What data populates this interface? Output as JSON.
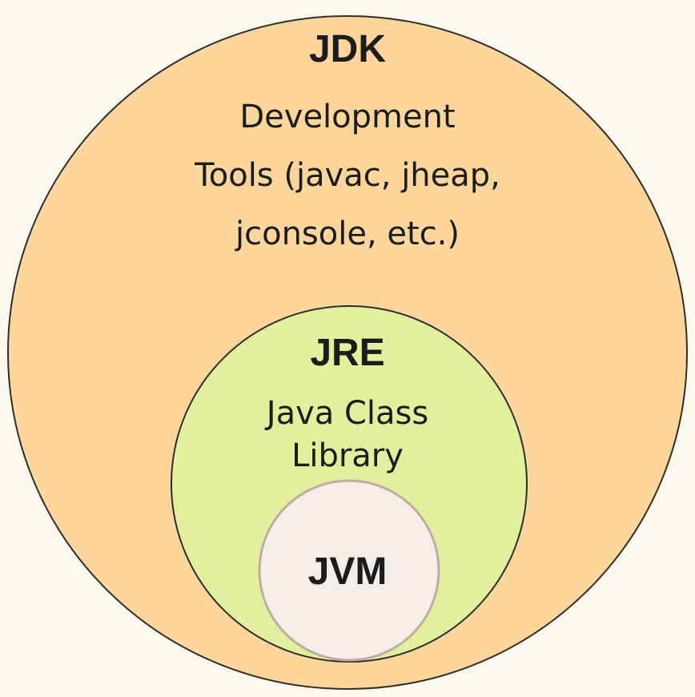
{
  "jdk": {
    "title": "JDK",
    "lines": [
      "Development",
      "Tools (javac, jheap,",
      "jconsole, etc.)"
    ],
    "fill": "#fed59b",
    "stroke": "#2e2e2e"
  },
  "jre": {
    "title": "JRE",
    "lines": [
      "Java Class",
      "Library"
    ],
    "fill": "#e1f09c",
    "stroke": "#2e2e2e"
  },
  "jvm": {
    "title": "JVM",
    "fill": "#f4ede8",
    "stroke": "#c4aaa0"
  },
  "background": "#fdf9ef"
}
